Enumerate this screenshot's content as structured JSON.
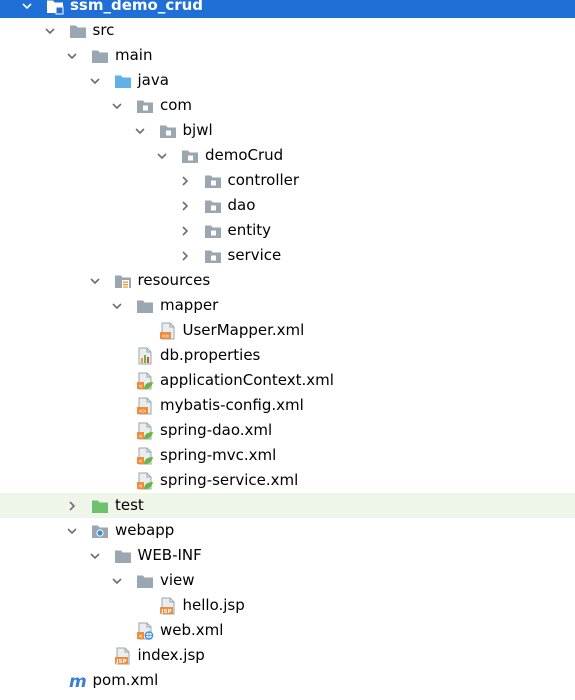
{
  "tree": [
    {
      "label": "ssm_demo_crud",
      "depth": 0,
      "chevron": "down",
      "icon": "module-folder-icon",
      "selected": true
    },
    {
      "label": "src",
      "depth": 1,
      "chevron": "down",
      "icon": "folder-icon"
    },
    {
      "label": "main",
      "depth": 2,
      "chevron": "down",
      "icon": "folder-icon"
    },
    {
      "label": "java",
      "depth": 3,
      "chevron": "down",
      "icon": "source-folder-icon"
    },
    {
      "label": "com",
      "depth": 4,
      "chevron": "down",
      "icon": "package-icon"
    },
    {
      "label": "bjwl",
      "depth": 5,
      "chevron": "down",
      "icon": "package-icon"
    },
    {
      "label": "demoCrud",
      "depth": 6,
      "chevron": "down",
      "icon": "package-icon"
    },
    {
      "label": "controller",
      "depth": 7,
      "chevron": "right",
      "icon": "package-icon"
    },
    {
      "label": "dao",
      "depth": 7,
      "chevron": "right",
      "icon": "package-icon"
    },
    {
      "label": "entity",
      "depth": 7,
      "chevron": "right",
      "icon": "package-icon"
    },
    {
      "label": "service",
      "depth": 7,
      "chevron": "right",
      "icon": "package-icon"
    },
    {
      "label": "resources",
      "depth": 3,
      "chevron": "down",
      "icon": "resources-folder-icon"
    },
    {
      "label": "mapper",
      "depth": 4,
      "chevron": "down",
      "icon": "folder-icon"
    },
    {
      "label": "UserMapper.xml",
      "depth": 5,
      "chevron": "none",
      "icon": "xml-file-icon"
    },
    {
      "label": "db.properties",
      "depth": 4,
      "chevron": "none",
      "icon": "properties-file-icon"
    },
    {
      "label": "applicationContext.xml",
      "depth": 4,
      "chevron": "none",
      "icon": "spring-xml-file-icon"
    },
    {
      "label": "mybatis-config.xml",
      "depth": 4,
      "chevron": "none",
      "icon": "xml-file-icon"
    },
    {
      "label": "spring-dao.xml",
      "depth": 4,
      "chevron": "none",
      "icon": "spring-xml-file-icon"
    },
    {
      "label": "spring-mvc.xml",
      "depth": 4,
      "chevron": "none",
      "icon": "spring-xml-file-icon"
    },
    {
      "label": "spring-service.xml",
      "depth": 4,
      "chevron": "none",
      "icon": "spring-xml-file-icon"
    },
    {
      "label": "test",
      "depth": 2,
      "chevron": "right",
      "icon": "test-folder-icon",
      "highlight": true
    },
    {
      "label": "webapp",
      "depth": 2,
      "chevron": "down",
      "icon": "web-folder-icon"
    },
    {
      "label": "WEB-INF",
      "depth": 3,
      "chevron": "down",
      "icon": "folder-icon"
    },
    {
      "label": "view",
      "depth": 4,
      "chevron": "down",
      "icon": "folder-icon"
    },
    {
      "label": "hello.jsp",
      "depth": 5,
      "chevron": "none",
      "icon": "jsp-file-icon"
    },
    {
      "label": "web.xml",
      "depth": 4,
      "chevron": "none",
      "icon": "web-xml-file-icon"
    },
    {
      "label": "index.jsp",
      "depth": 3,
      "chevron": "none",
      "icon": "jsp-file-icon"
    },
    {
      "label": "pom.xml",
      "depth": 1,
      "chevron": "none",
      "icon": "maven-file-icon"
    }
  ],
  "colors": {
    "selection": "#1f6fd6",
    "highlight": "#eef6ea",
    "folder": "#9aa7b0",
    "source_folder": "#62b1e6",
    "test_folder": "#6fc16f",
    "xml_orange": "#f08c3a",
    "spring_green": "#6db33f",
    "maven_blue": "#3b7dd8"
  }
}
